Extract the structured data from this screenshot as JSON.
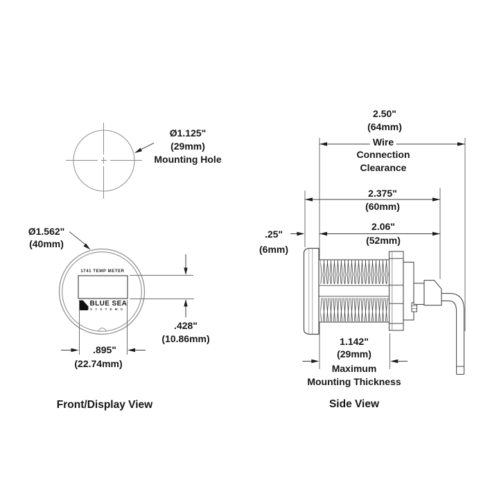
{
  "colors": {
    "ink": "#161616",
    "line": "#6e6e6e",
    "outline": "#4a4a4a",
    "light_line": "#949494"
  },
  "drawing": {
    "mounting_hole": {
      "diameter_in": "Ø1.125\"",
      "diameter_mm": "(29mm)",
      "label": "Mounting Hole"
    },
    "front_view": {
      "caption": "Front/Display View",
      "bezel_diameter_in": "Ø1.562\"",
      "bezel_diameter_mm": "(40mm)",
      "meter_label": "1741 TEMP METER",
      "brand": "BLUE SEA",
      "brand_sub": "SYSTEMS",
      "window_width_in": ".895\"",
      "window_width_mm": "(22.74mm)",
      "window_height_in": ".428\"",
      "window_height_mm": "(10.86mm)"
    },
    "side_view": {
      "caption": "Side View",
      "wire_clearance_in": "2.50\"",
      "wire_clearance_mm": "(64mm)",
      "wire_label_1": "Wire",
      "wire_label_2": "Connection",
      "wire_label_3": "Clearance",
      "overall_in": "2.375\"",
      "overall_mm": "(60mm)",
      "body_in": "2.06\"",
      "body_mm": "(52mm)",
      "bezel_in": ".25\"",
      "bezel_mm": "(6mm)",
      "mount_in": "1.142\"",
      "mount_mm": "(29mm)",
      "mount_label_1": "Maximum",
      "mount_label_2": "Mounting Thickness"
    }
  }
}
